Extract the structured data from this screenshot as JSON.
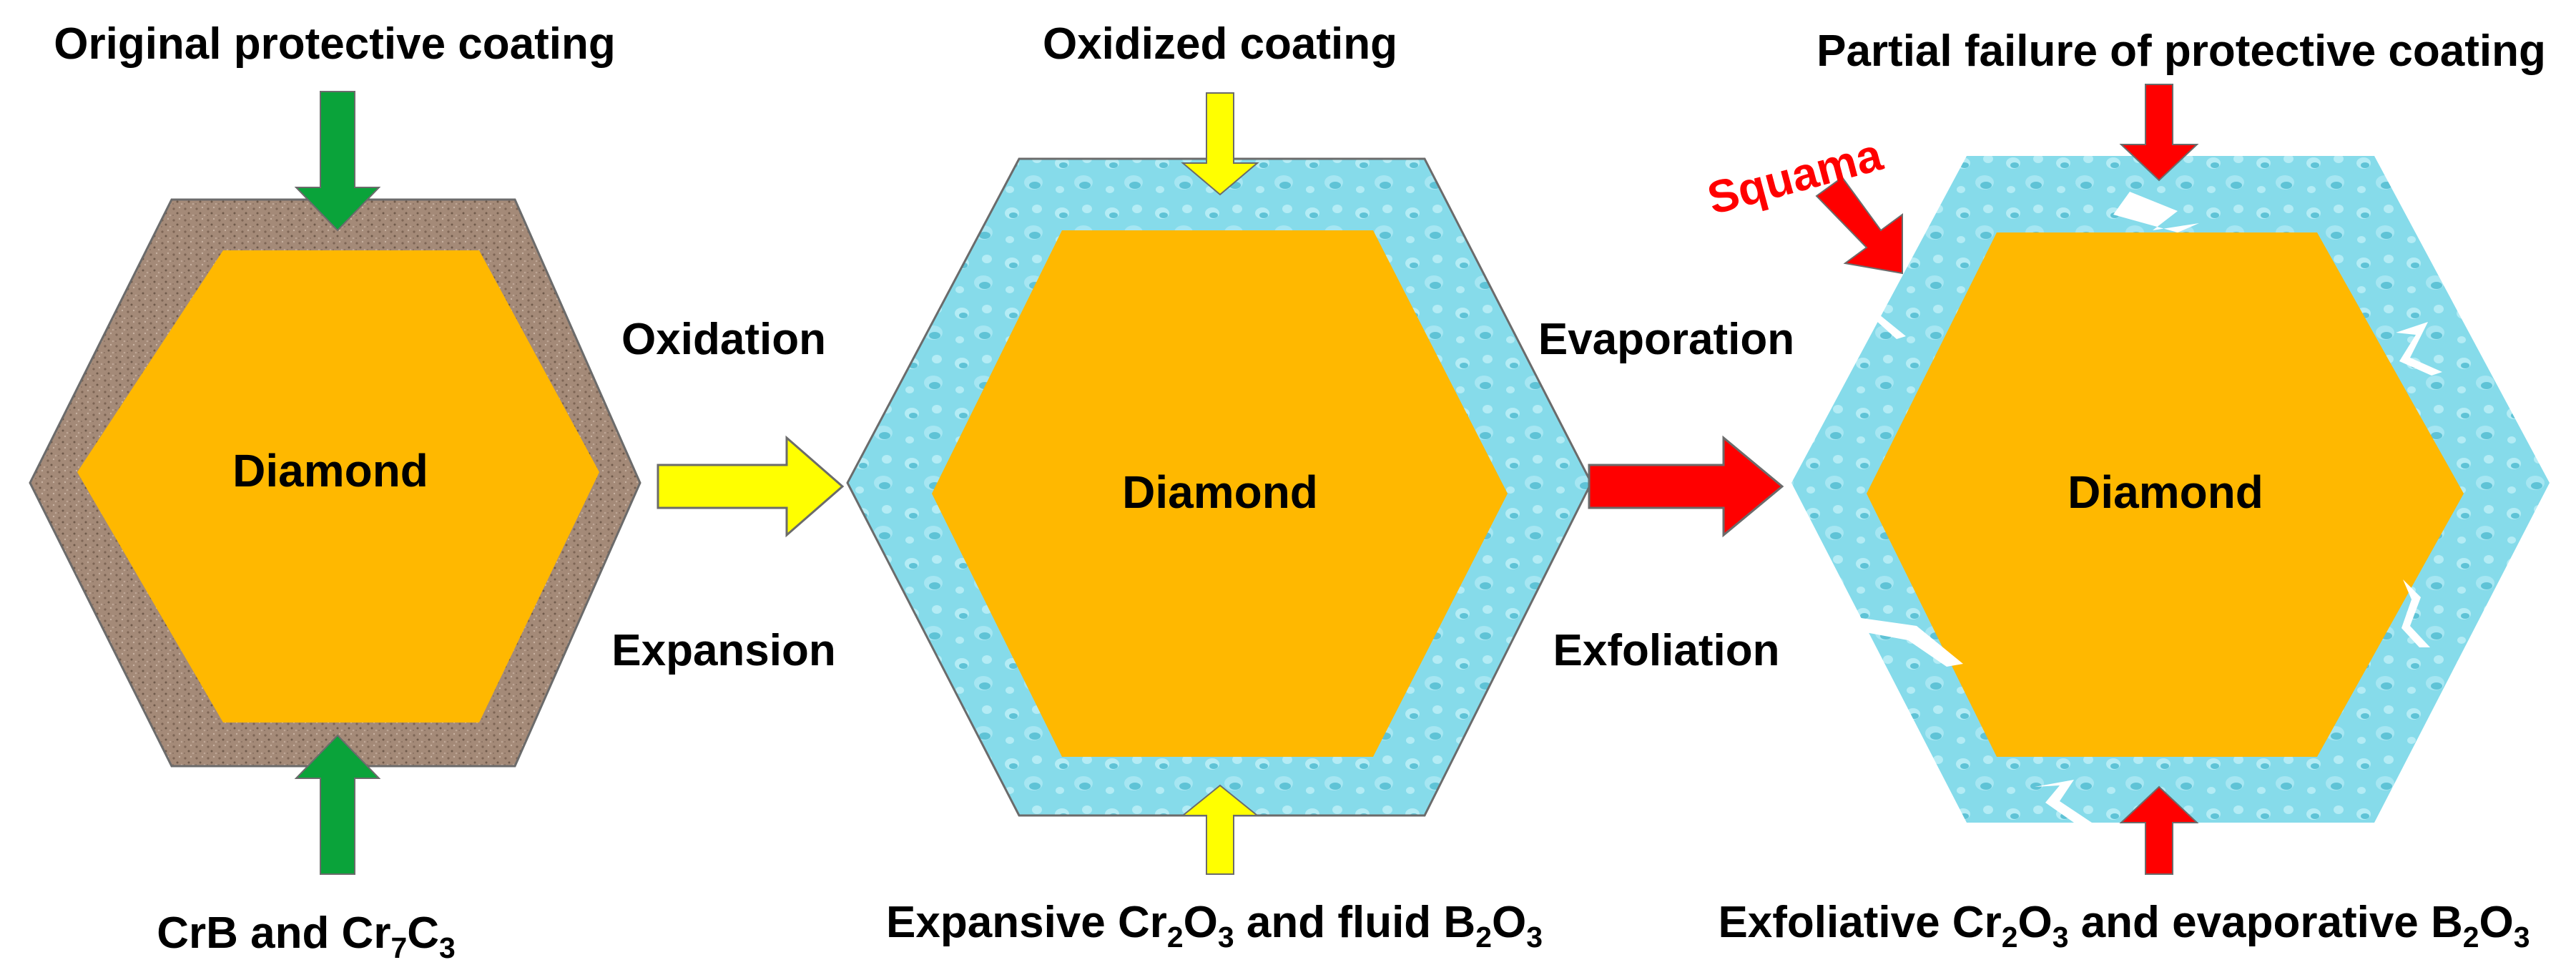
{
  "colors": {
    "core": "#ffb800",
    "coating_original": "#a48a78",
    "coating_oxidized": "#86dbea",
    "arrow_green": "#0aa33a",
    "arrow_yellow": "#ffff00",
    "arrow_red": "#ff0000",
    "outline": "#6b6b6b"
  },
  "stages": [
    {
      "core_label": "Diamond",
      "top_label": "Original protective coating",
      "bottom_label": {
        "parts": [
          "CrB and Cr",
          "7",
          "C",
          "3",
          ""
        ]
      }
    },
    {
      "core_label": "Diamond",
      "top_label": "Oxidized coating",
      "bottom_label": {
        "parts": [
          "Expansive Cr",
          "2",
          "O",
          "3",
          " and fluid B",
          "2",
          "O",
          "3"
        ]
      }
    },
    {
      "core_label": "Diamond",
      "top_label": "Partial failure of protective  coating",
      "bottom_label": {
        "parts": [
          "Exfoliative Cr",
          "2",
          "O",
          "3",
          " and evaporative B",
          "2",
          "O",
          "3"
        ]
      },
      "side_label": "Squama"
    }
  ],
  "transitions": [
    {
      "above": "Oxidation",
      "below": "Expansion"
    },
    {
      "above": "Evaporation",
      "below": "Exfoliation"
    }
  ]
}
